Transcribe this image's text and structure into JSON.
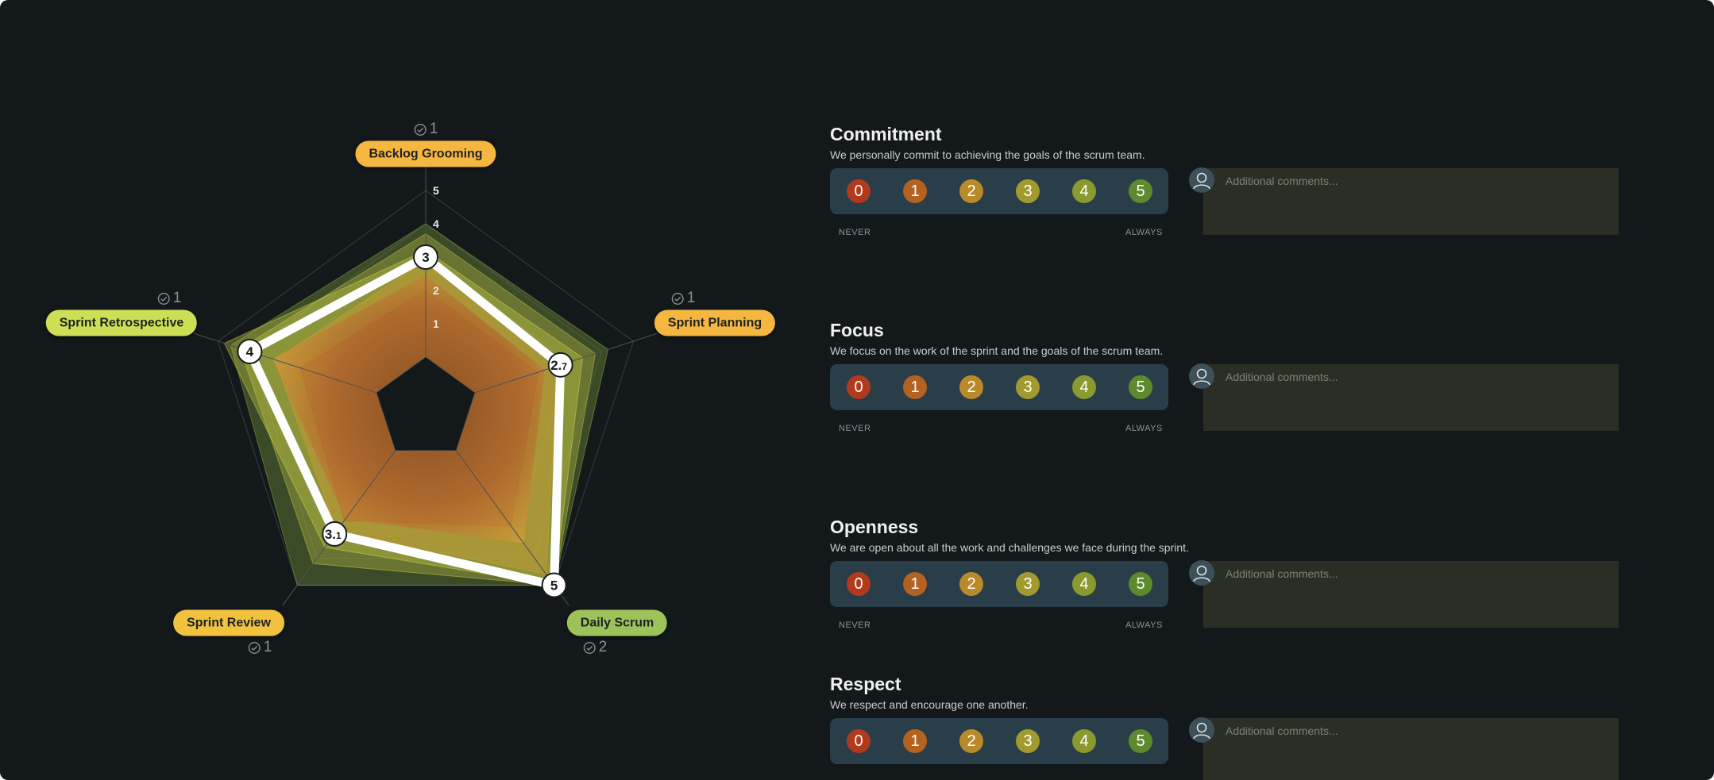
{
  "radar": {
    "max": 5,
    "ticks": [
      "1",
      "2",
      "3",
      "4",
      "5"
    ],
    "axes": [
      {
        "label": "Backlog Grooming",
        "color": "#f5b73f",
        "count": "1",
        "value": 3,
        "value_label": "3",
        "value_suffix": ""
      },
      {
        "label": "Sprint Planning",
        "color": "#f5b73f",
        "count": "1",
        "value": 2.7,
        "value_label": "2.",
        "value_suffix": "7"
      },
      {
        "label": "Daily Scrum",
        "color": "#9cc25a",
        "count": "2",
        "value": 5,
        "value_label": "5",
        "value_suffix": ""
      },
      {
        "label": "Sprint Review",
        "color": "#f2c23f",
        "count": "1",
        "value": 3.1,
        "value_label": "3.",
        "value_suffix": "1"
      },
      {
        "label": "Sprint Retrospective",
        "color": "#cfdf55",
        "count": "1",
        "value": 4,
        "value_label": "4",
        "value_suffix": ""
      }
    ],
    "background_layers": [
      {
        "values": [
          4,
          4.2,
          5,
          5,
          4.6
        ],
        "color": "#8fb23f"
      },
      {
        "values": [
          3.7,
          3.8,
          5,
          4.2,
          4.3
        ],
        "color": "#c8c94a"
      },
      {
        "values": [
          3.2,
          3.4,
          5,
          3.6,
          4.8
        ],
        "color": "#d5d74a"
      },
      {
        "values": [
          2.9,
          2.6,
          4.6,
          3.0,
          3.2
        ],
        "color": "#e09a35"
      },
      {
        "values": [
          2,
          2,
          2.8,
          2.6,
          2.4
        ],
        "color": "#b35a2a"
      }
    ]
  },
  "questions": [
    {
      "title": "Commitment",
      "description": "We personally commit to achieving the goals of the scrum team."
    },
    {
      "title": "Focus",
      "description": "We focus on the work of the sprint and the goals of the scrum team."
    },
    {
      "title": "Openness",
      "description": "We are open about all the work and challenges we face during the sprint."
    },
    {
      "title": "Respect",
      "description": "We respect and encourage one another."
    }
  ],
  "scale": {
    "options": [
      "0",
      "1",
      "2",
      "3",
      "4",
      "5"
    ],
    "colors": [
      "#b23a1c",
      "#b4621f",
      "#b88a2a",
      "#a29a2e",
      "#8a9a2e",
      "#5e8a2e"
    ],
    "min_label": "NEVER",
    "max_label": "ALWAYS"
  },
  "comment_placeholder": "Additional comments...",
  "colors": {
    "background": "#13181b",
    "scale_bg": "#2a3e4a",
    "comment_bg": "#2b2e25"
  },
  "icons": {
    "count": "check-circle-icon",
    "avatar": "user-avatar-icon"
  }
}
